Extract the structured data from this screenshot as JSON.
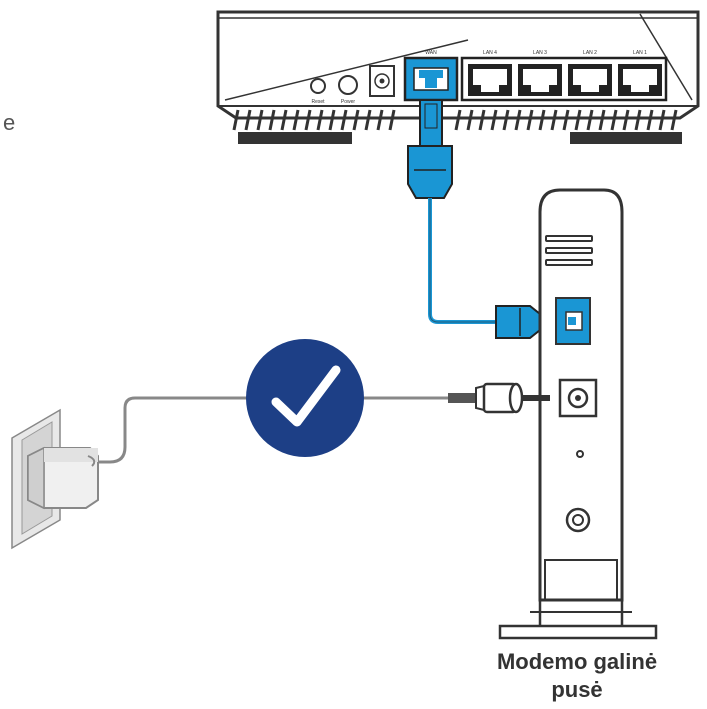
{
  "stray_text": "e",
  "router": {
    "wan_label": "WAN",
    "lan_labels": [
      "LAN 4",
      "LAN 3",
      "LAN 2",
      "LAN 1"
    ],
    "reset_label": "Reset",
    "power_label": "Power"
  },
  "modem_caption": {
    "line1": "Modemo galinė",
    "line2": "pusė"
  },
  "colors": {
    "cable_blue": "#1a96d4",
    "check_navy": "#1d3f86",
    "outline": "#333333"
  },
  "icons": {
    "check": "check-icon"
  }
}
